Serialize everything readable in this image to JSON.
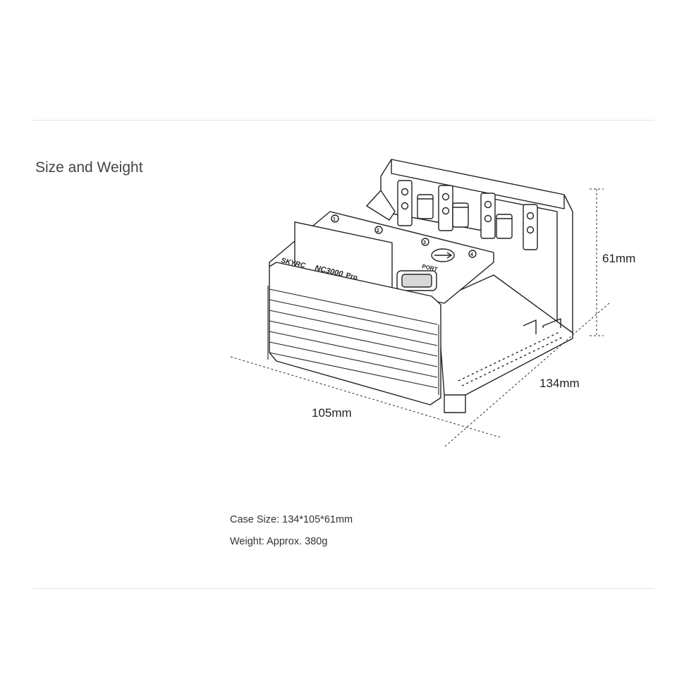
{
  "section": {
    "title": "Size and Weight"
  },
  "device": {
    "brand": "SKYRC",
    "model": "NC3000",
    "model_suffix": "Pro",
    "port_label": "PORT",
    "slot_numbers": [
      "1",
      "2",
      "3",
      "4"
    ]
  },
  "dimensions": {
    "height": "61mm",
    "depth": "134mm",
    "width": "105mm"
  },
  "specs": {
    "case_size": "Case Size: 134*105*61mm",
    "weight": "Weight: Approx. 380g"
  },
  "colors": {
    "line": "#222222",
    "rule": "#e4e4e4",
    "text": "#333333"
  }
}
